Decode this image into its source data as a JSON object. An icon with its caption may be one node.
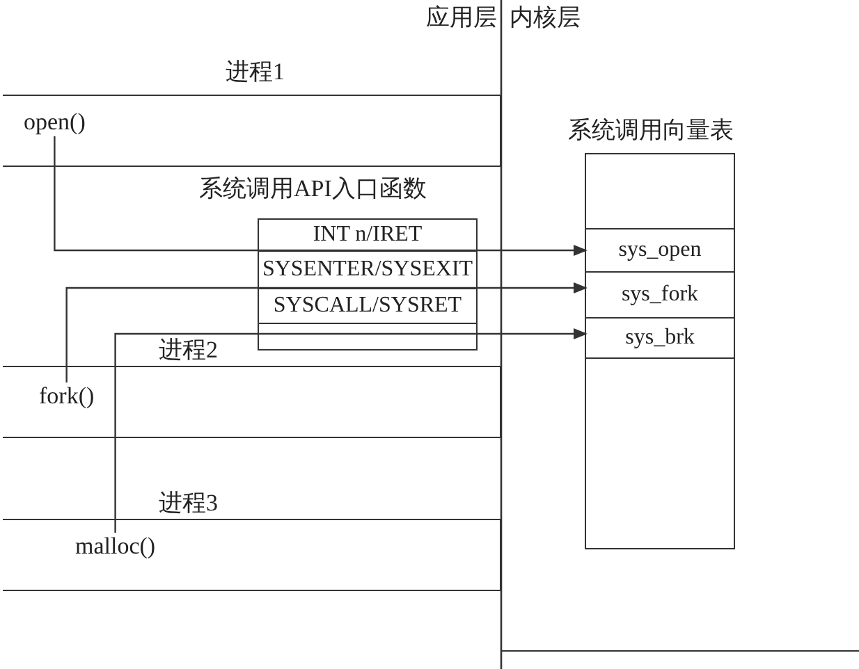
{
  "diagram": {
    "nodes": [
      {
        "text": [
          "进程1"
        ]
      },
      {
        "text": [
          "open()"
        ],
        "in": 0
      },
      {
        "text": [
          "系统调用API入口函数"
        ]
      },
      {
        "text": [
          "INT n/IRET"
        ],
        "in": 2
      },
      {
        "text": [
          "SYSENTER/SYSEXIT"
        ],
        "in": 2
      },
      {
        "text": [
          "SYSCALL/SYSRET"
        ],
        "in": 2
      },
      {
        "text": [
          "进程2"
        ]
      },
      {
        "text": [
          "fork()"
        ],
        "in": 6
      },
      {
        "text": [
          "进程3"
        ]
      },
      {
        "text": [
          "malloc()"
        ],
        "in": 8
      },
      {
        "text": [
          "系统调用向量表"
        ]
      },
      {
        "text": [
          "sys_open"
        ],
        "in": 10
      },
      {
        "text": [
          "sys_fork"
        ],
        "in": 10
      },
      {
        "text": [
          "sys_brk"
        ],
        "in": 10
      }
    ],
    "edges": [
      {
        "from": 1,
        "to": 11,
        "arrow": "to"
      },
      {
        "from": 7,
        "to": 12,
        "arrow": "to"
      },
      {
        "from": 9,
        "to": 13,
        "arrow": "to"
      }
    ],
    "labels": [
      "应用层",
      "内核层"
    ]
  }
}
